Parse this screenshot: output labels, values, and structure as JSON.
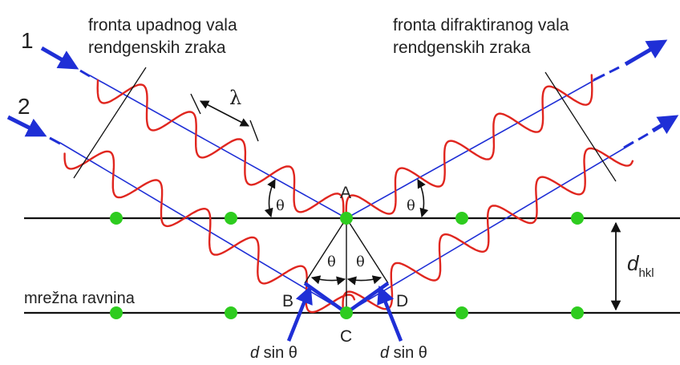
{
  "labels": {
    "ray1": "1",
    "ray2": "2",
    "incident_front_line1": "fronta upadnog vala",
    "incident_front_line2": "rendgenskih zraka",
    "diffracted_front_line1": "fronta difraktiranog vala",
    "diffracted_front_line2": "rendgenskih zraka",
    "lambda": "λ",
    "theta": "θ",
    "point_a": "A",
    "point_b": "B",
    "point_c": "C",
    "point_d": "D",
    "d_symbol": "d",
    "d_subscript": "hkl",
    "plane_label": "mrežna ravnina",
    "path_d": "d",
    "path_sin": " sin θ"
  },
  "colors": {
    "ray": "#1f2fd6",
    "wave": "#e0261f",
    "atom": "#2ecc1f",
    "line": "#111111",
    "arrow": "#1f2fd6"
  }
}
